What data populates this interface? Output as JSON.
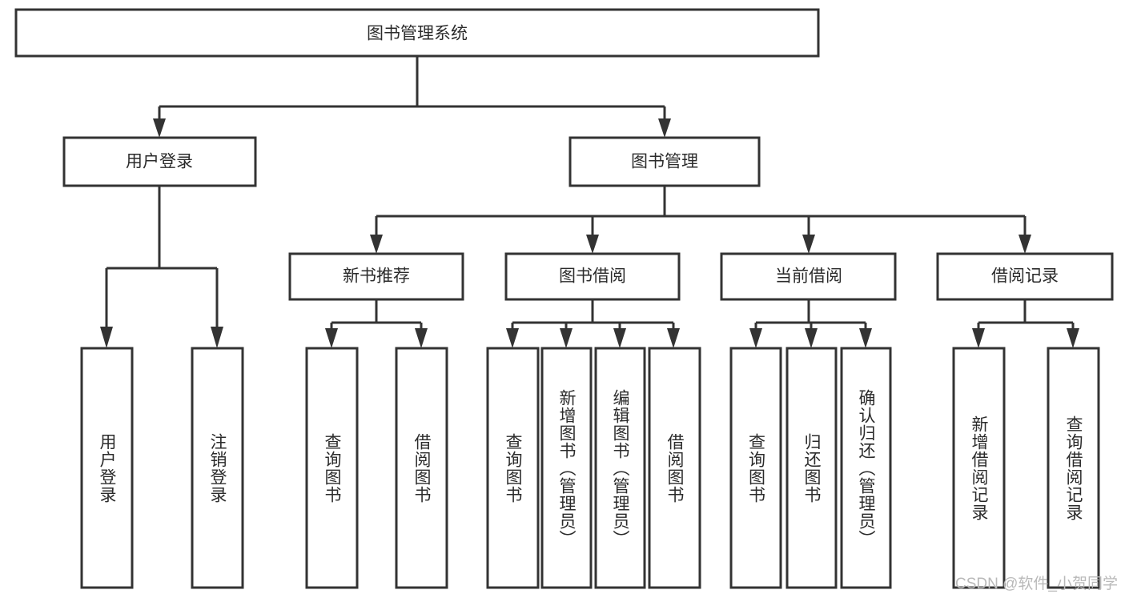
{
  "diagram": {
    "type": "tree-hierarchy",
    "orientation": "top-down",
    "root": {
      "id": "root",
      "label": "图书管理系统"
    },
    "level1": [
      {
        "id": "user-login",
        "label": "用户登录"
      },
      {
        "id": "book-management",
        "label": "图书管理"
      }
    ],
    "level2": [
      {
        "id": "new-book-recommend",
        "label": "新书推荐",
        "parent": "book-management"
      },
      {
        "id": "book-borrow",
        "label": "图书借阅",
        "parent": "book-management"
      },
      {
        "id": "current-borrow",
        "label": "当前借阅",
        "parent": "book-management"
      },
      {
        "id": "borrow-record",
        "label": "借阅记录",
        "parent": "book-management"
      }
    ],
    "leaves": {
      "user-login": [
        {
          "id": "leaf-user-login",
          "label": "用户登录"
        },
        {
          "id": "leaf-user-logout",
          "label": "注销登录"
        }
      ],
      "new-book-recommend": [
        {
          "id": "leaf-query-book-1",
          "label": "查询图书"
        },
        {
          "id": "leaf-borrow-book-1",
          "label": "借阅图书"
        }
      ],
      "book-borrow": [
        {
          "id": "leaf-query-book-2",
          "label": "查询图书"
        },
        {
          "id": "leaf-add-book",
          "label": "新增图书（管理员）"
        },
        {
          "id": "leaf-edit-book",
          "label": "编辑图书（管理员）"
        },
        {
          "id": "leaf-borrow-book-2",
          "label": "借阅图书"
        }
      ],
      "current-borrow": [
        {
          "id": "leaf-query-book-3",
          "label": "查询图书"
        },
        {
          "id": "leaf-return-book",
          "label": "归还图书"
        },
        {
          "id": "leaf-confirm-return",
          "label": "确认归还（管理员）"
        }
      ],
      "borrow-record": [
        {
          "id": "leaf-add-record",
          "label": "新增借阅记录"
        },
        {
          "id": "leaf-query-record",
          "label": "查询借阅记录"
        }
      ]
    }
  },
  "watermark": {
    "text": "CSDN @软件_小贺同学"
  },
  "colors": {
    "box_stroke": "#333333",
    "box_fill": "#ffffff",
    "text": "#2b2b2b",
    "watermark": "#b9b9b9",
    "background": "#ffffff"
  }
}
